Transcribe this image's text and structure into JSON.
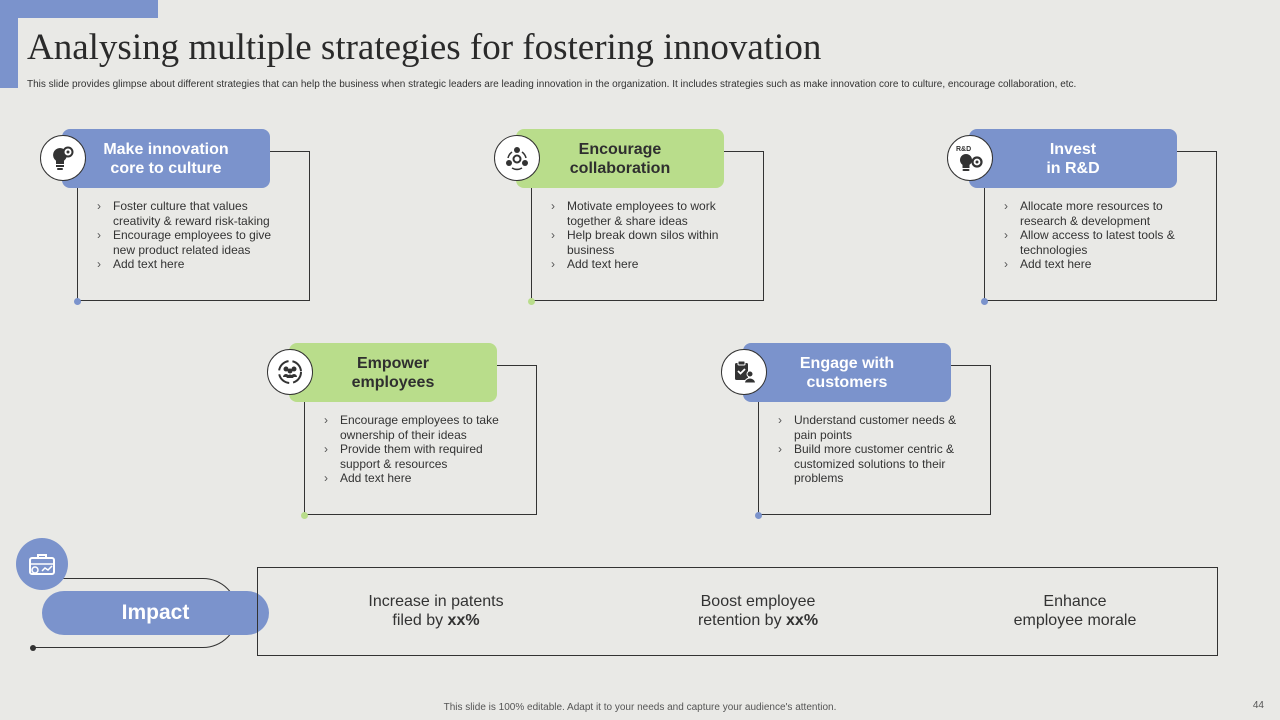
{
  "title": "Analysing multiple strategies for fostering innovation",
  "subtitle": "This slide provides glimpse about different strategies that can help the business when strategic leaders are leading innovation in the organization. It includes strategies such as make innovation core to culture, encourage collaboration, etc.",
  "colors": {
    "accent_blue": "#7b93cc",
    "accent_green": "#b9dd8b",
    "background": "#e9e9e6"
  },
  "strategies": [
    {
      "title": "Make innovation\ncore to culture",
      "icon": "lightbulb-gear-icon",
      "color": "blue",
      "bullets": [
        "Foster culture that values creativity & reward risk-taking",
        "Encourage employees to give new product related ideas",
        "Add text here"
      ]
    },
    {
      "title": "Encourage\ncollaboration",
      "icon": "team-collaboration-icon",
      "color": "green",
      "bullets": [
        "Motivate employees to work together & share ideas",
        "Help break down silos within business",
        "Add text here"
      ]
    },
    {
      "title": "Invest\nin R&D",
      "icon": "rnd-lightbulb-icon",
      "icon_label": "R&D",
      "color": "blue",
      "bullets": [
        "Allocate more resources to research & development",
        "Allow access to latest tools & technologies",
        "Add text here"
      ]
    },
    {
      "title": "Empower\nemployees",
      "icon": "people-cycle-icon",
      "color": "green",
      "bullets": [
        "Encourage employees to take ownership of their ideas",
        "Provide them with required support & resources",
        "Add text here"
      ]
    },
    {
      "title": "Engage with\ncustomers",
      "icon": "customer-checklist-icon",
      "color": "blue",
      "bullets": [
        "Understand customer needs & pain points",
        "Build more customer centric & customized solutions to their problems"
      ]
    }
  ],
  "impact": {
    "label": "Impact",
    "icon": "briefcase-chart-icon",
    "items": [
      {
        "line1": "Increase  in patents",
        "line2_prefix": "filed by ",
        "line2_bold": "xx%"
      },
      {
        "line1": "Boost employee",
        "line2_prefix": "retention by ",
        "line2_bold": "xx%"
      },
      {
        "line1": "Enhance",
        "line2_prefix": "employee morale",
        "line2_bold": ""
      }
    ]
  },
  "footer": "This slide is 100% editable. Adapt it to your needs and capture your audience's attention.",
  "page_number": "44"
}
